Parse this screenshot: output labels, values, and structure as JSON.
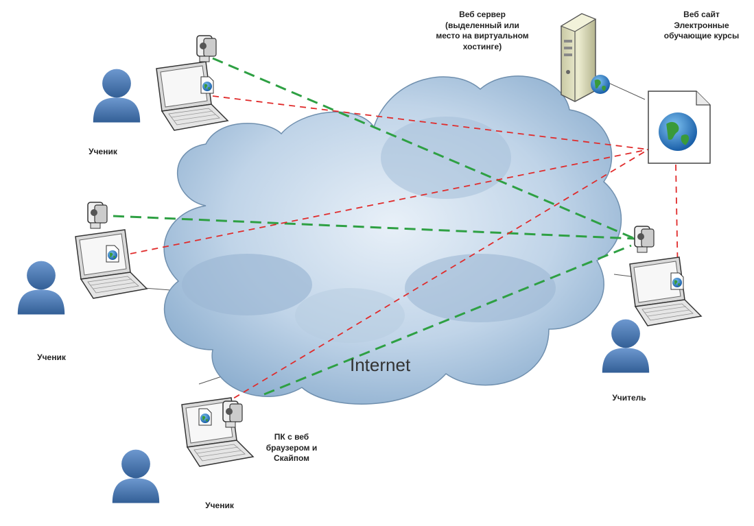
{
  "cloud": {
    "label": "Internet"
  },
  "server": {
    "label": "Веб сервер\n(выделенный или\nместо на виртуальном\nхостинге)"
  },
  "website": {
    "label": "Веб сайт\nЭлектронные\nобучающие курсы"
  },
  "pc_note": {
    "label": "ПК с веб\nбраузером и\nСкайпом"
  },
  "students": [
    {
      "label": "Ученик"
    },
    {
      "label": "Ученик"
    },
    {
      "label": "Ученик"
    }
  ],
  "teacher": {
    "label": "Учитель"
  },
  "colors": {
    "skype_link": "#2ea043",
    "web_link": "#e02b2b",
    "net_link": "#555555",
    "cloud_fill": "#c4d7ea",
    "person_fill": "#4a7ab5"
  },
  "legend_icons": [
    "person-icon",
    "laptop-icon",
    "webcam-icon",
    "server-icon",
    "globe-icon",
    "web-document-icon"
  ]
}
